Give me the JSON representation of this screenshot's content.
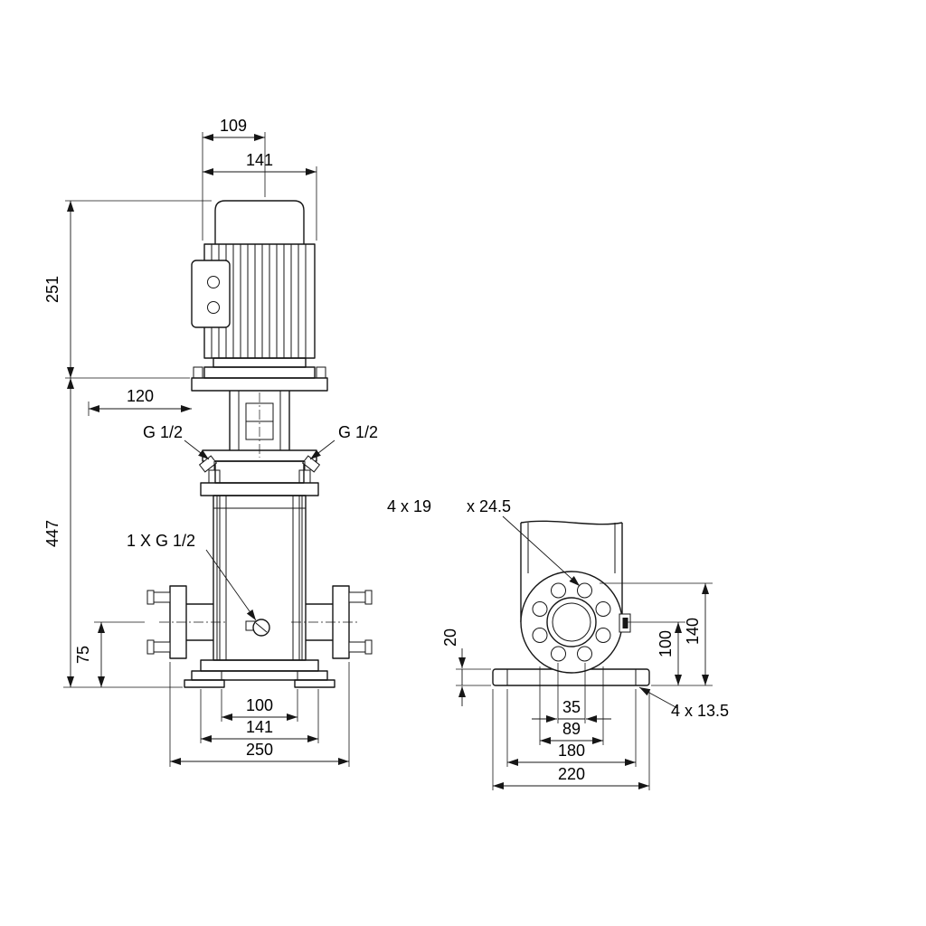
{
  "front_view": {
    "dim_109": "109",
    "dim_141_top": "141",
    "dim_251": "251",
    "dim_120": "120",
    "dim_447": "447",
    "dim_75": "75",
    "port_left_label": "G 1/2",
    "port_right_label": "G 1/2",
    "drain_label": "1 X G 1/2",
    "dim_100": "100",
    "dim_141_bottom": "141",
    "dim_250": "250"
  },
  "side_view": {
    "flange_holes_label": "4 x 19",
    "flange_counterbore_label": "x 24.5",
    "dim_20": "20",
    "dim_100": "100",
    "dim_140": "140",
    "base_holes_label": "4 x 13.5",
    "dim_35": "35",
    "dim_89": "89",
    "dim_180": "180",
    "dim_220": "220"
  }
}
